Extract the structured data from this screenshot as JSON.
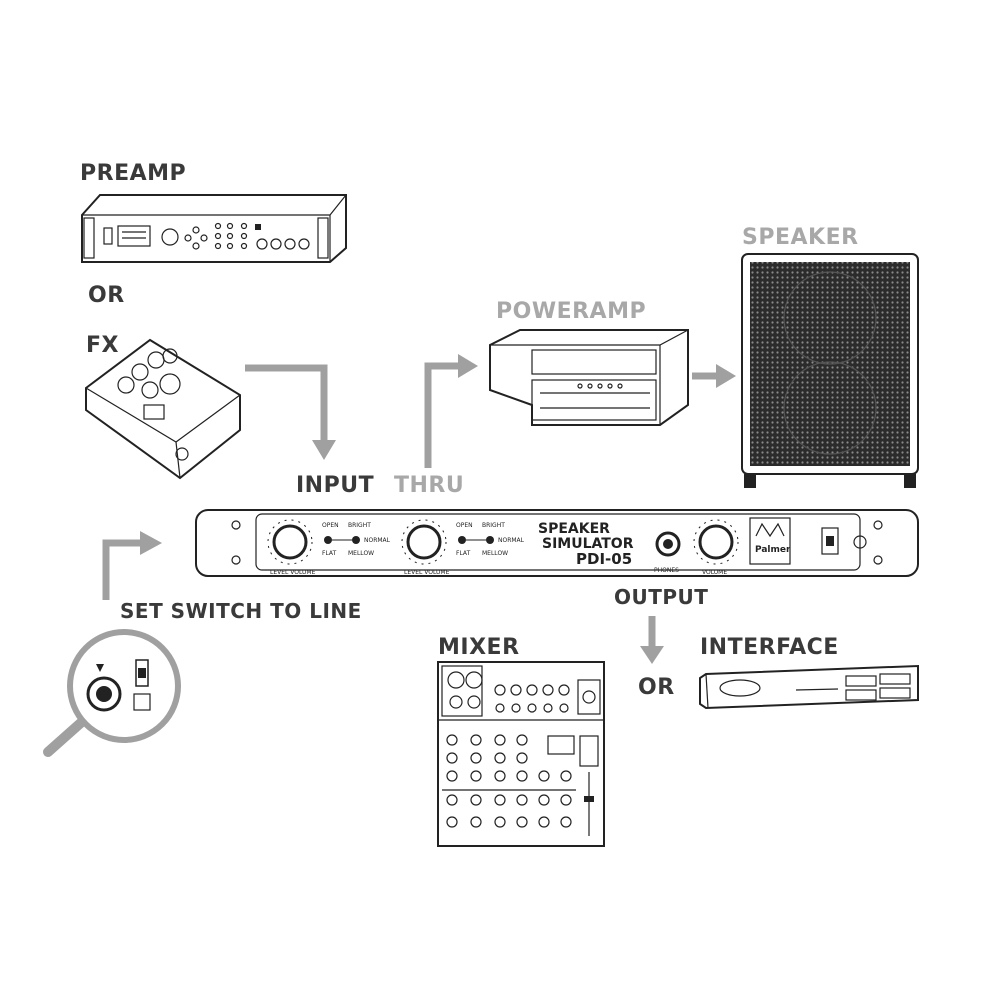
{
  "labels": {
    "preamp": "PREAMP",
    "or_top": "OR",
    "fx": "FX",
    "poweramp": "POWERAMP",
    "speaker": "SPEAKER",
    "input": "INPUT",
    "thru": "THRU",
    "output": "OUTPUT",
    "set_switch": "SET SWITCH TO LINE",
    "mixer": "MIXER",
    "or_bottom": "OR",
    "interface": "INTERFACE"
  },
  "device": {
    "name_line1": "SPEAKER",
    "name_line2": "SIMULATOR",
    "model": "PDI-05",
    "brand": "Palmer",
    "knob1_label": "LEVEL VOLUME",
    "knob2_label": "LEVEL VOLUME",
    "knob3_label": "VOLUME",
    "phones_label": "PHONES",
    "sw_open": "OPEN",
    "sw_bright": "BRIGHT",
    "sw_flat": "FLAT",
    "sw_mellow": "MELLOW",
    "sw_normal": "NORMAL"
  },
  "colors": {
    "label_dark": "#3a3a3a",
    "label_light": "#a8a8a8",
    "arrow": "#a0a0a0",
    "outline": "#222222"
  }
}
